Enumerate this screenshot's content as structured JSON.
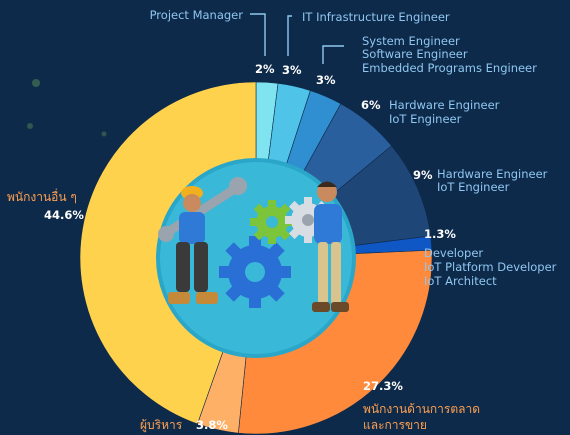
{
  "chart_data": {
    "type": "pie",
    "donut": true,
    "title": "",
    "slices": [
      {
        "id": "s1",
        "percent": 2,
        "percent_label": "2%",
        "labels": [
          "Project Manager"
        ],
        "color": "#7fe3f0"
      },
      {
        "id": "s2",
        "percent": 3,
        "percent_label": "3%",
        "labels": [
          "IT Infrastructure Engineer"
        ],
        "color": "#4fc3e8"
      },
      {
        "id": "s3",
        "percent": 3,
        "percent_label": "3%",
        "labels": [
          "System Engineer",
          "Software Engineer",
          "Embedded Programs Engineer"
        ],
        "color": "#2f8fd0"
      },
      {
        "id": "s4",
        "percent": 6,
        "percent_label": "6%",
        "labels": [
          "Hardware Engineer",
          "IoT Engineer"
        ],
        "color": "#2a5f9e"
      },
      {
        "id": "s5",
        "percent": 9,
        "percent_label": "9%",
        "labels": [
          "Hardware Engineer",
          "IoT Engineer"
        ],
        "color": "#1e4677"
      },
      {
        "id": "s6",
        "percent": 1.3,
        "percent_label": "1.3%",
        "labels": [
          "Developer",
          "IoT Platform Developer",
          "IoT Architect"
        ],
        "color": "#0f57c4"
      },
      {
        "id": "s7",
        "percent": 27.3,
        "percent_label": "27.3%",
        "labels": [
          "พนักงานด้านการตลาด",
          "และการขาย"
        ],
        "color": "#ff8a3c"
      },
      {
        "id": "s8",
        "percent": 3.8,
        "percent_label": "3.8%",
        "labels": [
          "ผู้บริหาร"
        ],
        "color": "#ffb067"
      },
      {
        "id": "s9",
        "percent": 44.6,
        "percent_label": "44.6%",
        "labels": [
          "พนักงานอื่น ๆ"
        ],
        "color": "#ffd24d"
      }
    ]
  }
}
